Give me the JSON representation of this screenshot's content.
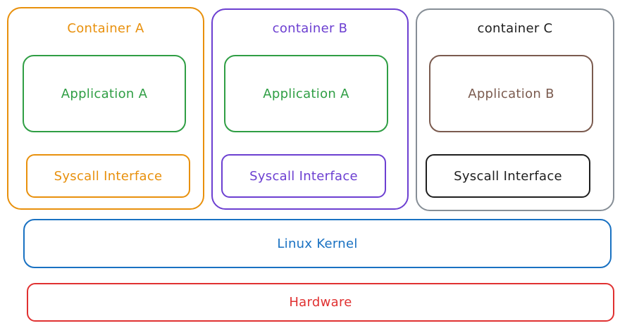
{
  "colors": {
    "orange": "#e8900c",
    "purple": "#6c3fd1",
    "gray": "#868e96",
    "green": "#2f9e44",
    "brown": "#7b5b4f",
    "black": "#1e1e1e",
    "blue": "#1971c2",
    "red": "#e03131"
  },
  "containers": [
    {
      "title": "Container A",
      "app": "Application A",
      "syscall": "Syscall Interface"
    },
    {
      "title": "container B",
      "app": "Application A",
      "syscall": "Syscall Interface"
    },
    {
      "title": "container C",
      "app": "Application B",
      "syscall": "Syscall Interface"
    }
  ],
  "kernel": {
    "label": "Linux Kernel"
  },
  "hardware": {
    "label": "Hardware"
  }
}
